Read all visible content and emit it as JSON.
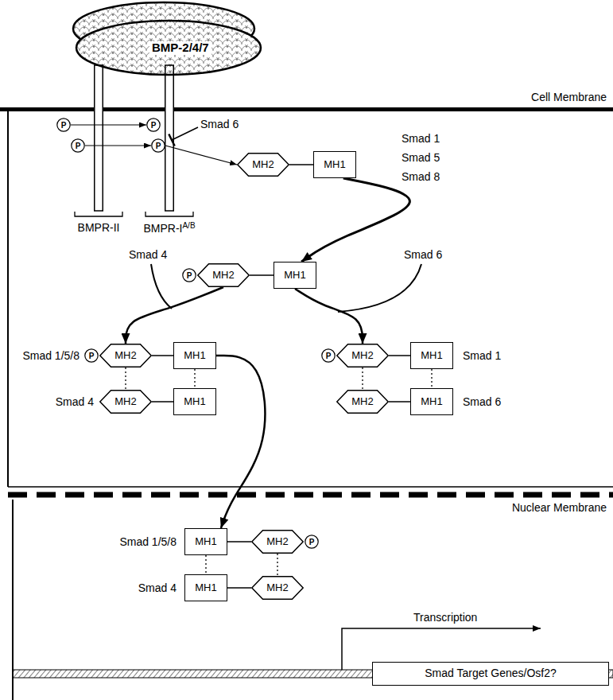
{
  "diagram": {
    "nodes": [
      {
        "text": [
          "BMP-2/4/7"
        ]
      },
      {
        "text": [
          "BMPR-II"
        ]
      },
      {
        "text": [
          "BMPR-I",
          "A/B"
        ]
      },
      {
        "text": [
          "P"
        ]
      },
      {
        "text": [
          "P"
        ]
      },
      {
        "text": [
          "P"
        ]
      },
      {
        "text": [
          "P"
        ]
      },
      {
        "text": [
          "MH2"
        ]
      },
      {
        "text": [
          "MH1"
        ]
      },
      {
        "text": [
          "P"
        ]
      },
      {
        "text": [
          "MH2"
        ]
      },
      {
        "text": [
          "MH1"
        ]
      },
      {
        "text": [
          "P"
        ]
      },
      {
        "text": [
          "MH2"
        ]
      },
      {
        "text": [
          "MH1"
        ]
      },
      {
        "text": [
          "MH2"
        ]
      },
      {
        "text": [
          "MH1"
        ]
      },
      {
        "text": [
          "P"
        ]
      },
      {
        "text": [
          "MH2"
        ]
      },
      {
        "text": [
          "MH1"
        ]
      },
      {
        "text": [
          "MH2"
        ]
      },
      {
        "text": [
          "MH1"
        ]
      },
      {
        "text": [
          "MH1"
        ]
      },
      {
        "text": [
          "MH2"
        ]
      },
      {
        "text": [
          "P"
        ]
      },
      {
        "text": [
          "MH1"
        ]
      },
      {
        "text": [
          "MH2"
        ]
      },
      {
        "text": [
          "Smad Target Genes/Osf2?"
        ]
      }
    ],
    "edges": [
      {
        "from": 3,
        "to": 5,
        "arrow": "to"
      },
      {
        "from": 4,
        "to": 6,
        "arrow": "to"
      },
      {
        "from": 6,
        "to": 7,
        "arrow": "to"
      },
      {
        "from": 7,
        "to": 8,
        "arrow": "none"
      },
      {
        "from": 8,
        "to": 11,
        "arrow": "to"
      },
      {
        "from": 10,
        "to": 11,
        "arrow": "none"
      },
      {
        "from": 10,
        "to": 13,
        "arrow": "to"
      },
      {
        "from": 11,
        "to": 18,
        "arrow": "to"
      },
      {
        "from": 13,
        "to": 14,
        "arrow": "none"
      },
      {
        "from": 15,
        "to": 16,
        "arrow": "none"
      },
      {
        "from": 13,
        "to": 15,
        "arrow": "none"
      },
      {
        "from": 14,
        "to": 16,
        "arrow": "none"
      },
      {
        "from": 18,
        "to": 19,
        "arrow": "none"
      },
      {
        "from": 20,
        "to": 21,
        "arrow": "none"
      },
      {
        "from": 18,
        "to": 20,
        "arrow": "none"
      },
      {
        "from": 19,
        "to": 21,
        "arrow": "none"
      },
      {
        "from": 14,
        "to": 22,
        "arrow": "to"
      },
      {
        "from": 22,
        "to": 23,
        "arrow": "none"
      },
      {
        "from": 25,
        "to": 26,
        "arrow": "none"
      },
      {
        "from": 22,
        "to": 25,
        "arrow": "none"
      },
      {
        "from": 23,
        "to": 26,
        "arrow": "none"
      }
    ],
    "labels": [
      "Cell Membrane",
      "Smad 6",
      "Smad 1",
      "Smad 5",
      "Smad 8",
      "Smad 4",
      "Smad 6",
      "Smad 1/5/8",
      "Smad 4",
      "Smad 1",
      "Smad 6",
      "Nuclear Membrane",
      "Smad 1/5/8",
      "Smad 4",
      "Transcription"
    ]
  }
}
